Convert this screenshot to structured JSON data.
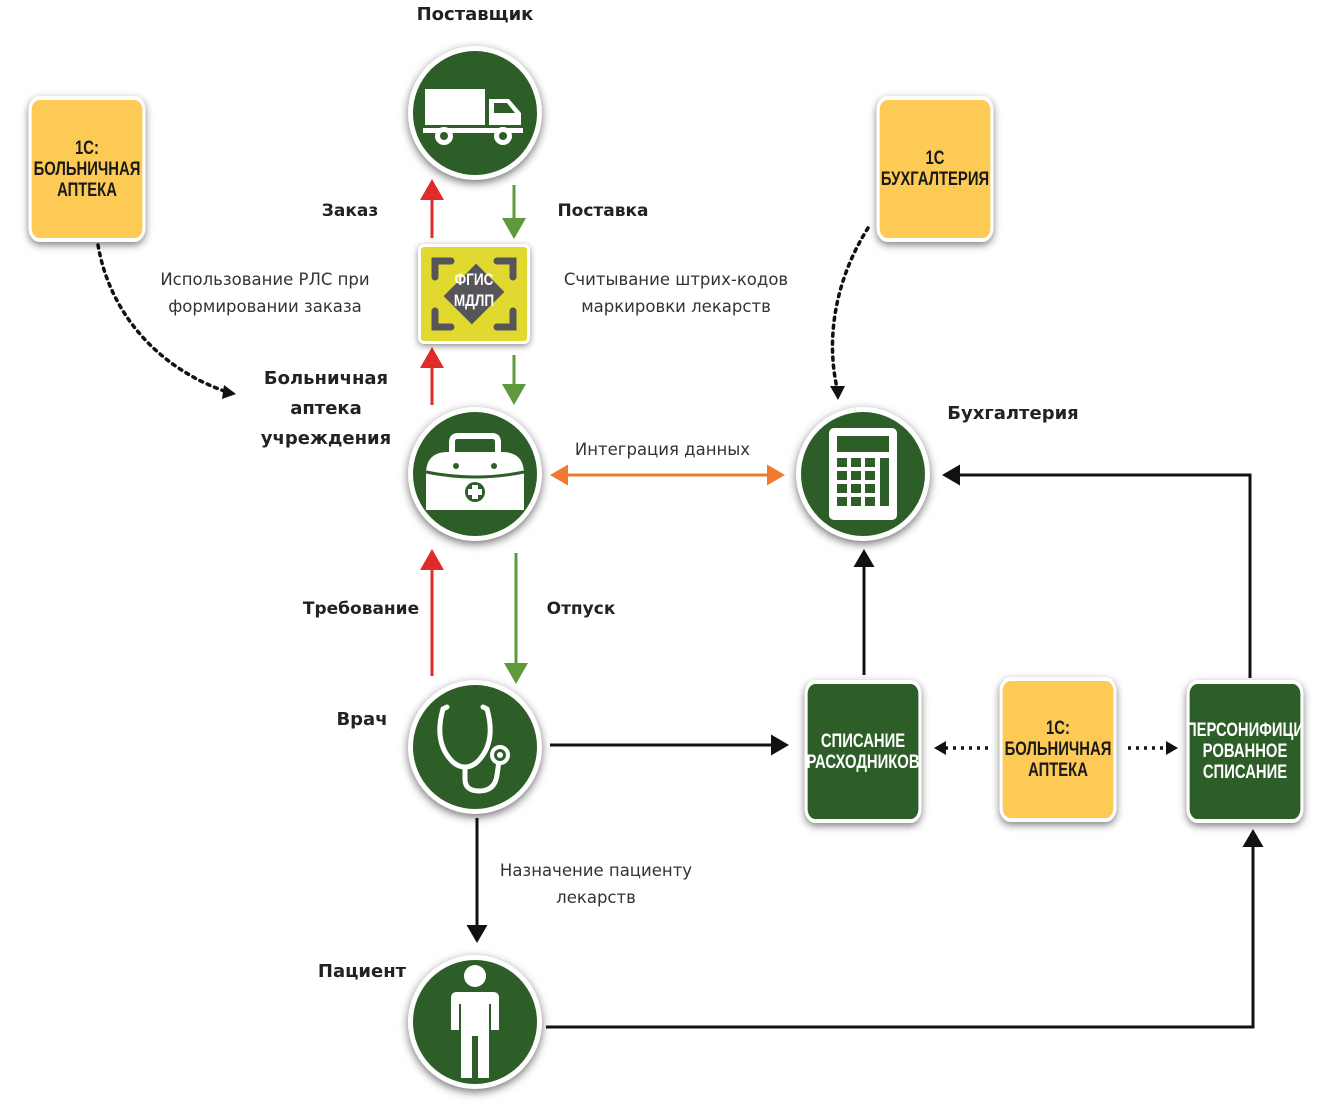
{
  "nodes": {
    "supplier": {
      "label": "Поставщик",
      "icon": "truck-icon"
    },
    "hospital_pharmacy": {
      "label": "Больничная\nаптека\nучреждения",
      "icon": "medical-bag-icon"
    },
    "accounting": {
      "label": "Бухгалтерия",
      "icon": "calculator-icon"
    },
    "doctor": {
      "label": "Врач",
      "icon": "stethoscope-icon"
    },
    "patient": {
      "label": "Пациент",
      "icon": "person-icon"
    }
  },
  "fgis": {
    "text": "ФГИС\nМДЛП",
    "icon": "scan-frame-icon"
  },
  "cards": {
    "pharmacy_1c_top": {
      "text": "1С:\nБОЛЬНИЧНАЯ\nАПТЕКА"
    },
    "accounting_1c": {
      "text": "1С\nБУХГАЛТЕРИЯ"
    },
    "write_off": {
      "text": "СПИСАНИЕ\nРАСХОДНИКОВ"
    },
    "pharmacy_1c_bottom": {
      "text": "1С:\nБОЛЬНИЧНАЯ\nАПТЕКА"
    },
    "personalized_write_off": {
      "text": "ПЕРСОНИФИЦИ\nРОВАННОЕ\nСПИСАНИЕ"
    }
  },
  "edges": {
    "order": "Заказ",
    "delivery": "Поставка",
    "rls_usage": "Использование РЛС при\nформировании заказа",
    "barcode_scan": "Считывание штрих-кодов\nмаркировки лекарств",
    "data_integration": "Интеграция данных",
    "request": "Требование",
    "dispense": "Отпуск",
    "prescription": "Назначение пациенту\nлекарств"
  },
  "colors": {
    "node_green": "#2e5e27",
    "card_yellow": "#fcca55",
    "fgis_yellow": "#e2d930",
    "arrow_red": "#e02b2b",
    "arrow_green": "#5e9a3c",
    "arrow_orange": "#f07a2e",
    "arrow_black": "#111111"
  }
}
